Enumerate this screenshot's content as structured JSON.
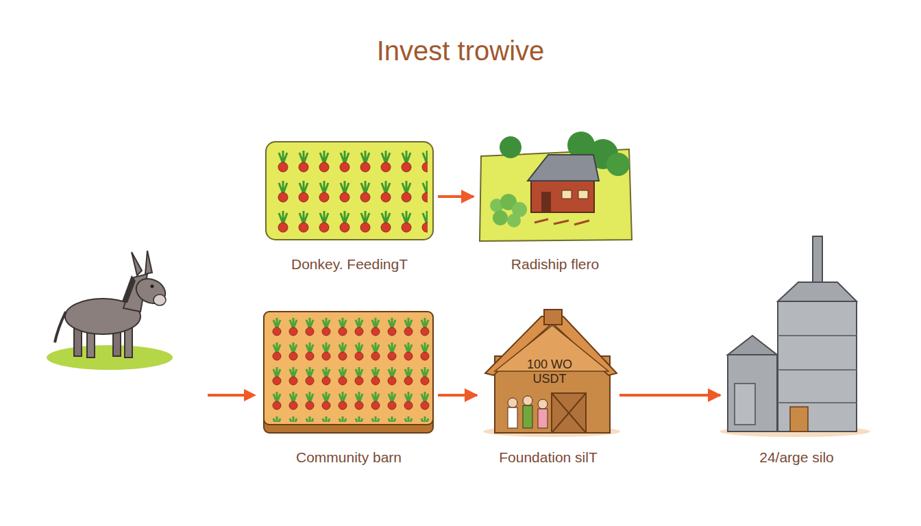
{
  "diagram": {
    "title": "Invest trowive",
    "nodes": [
      {
        "text": [
          "Donkey. FeedingT"
        ]
      },
      {
        "text": [
          "Radiship flero"
        ]
      },
      {
        "text": [
          "Community barn"
        ]
      },
      {
        "text": [
          "100 WO USDT",
          "Foundation silT"
        ]
      },
      {
        "text": [
          "24/arge silo"
        ]
      }
    ],
    "edges": [
      {
        "from": 0,
        "to": 1,
        "arrow": "to"
      },
      {
        "from": 2,
        "to": 3,
        "arrow": "to"
      },
      {
        "from": 3,
        "to": 4,
        "arrow": "to"
      }
    ]
  }
}
